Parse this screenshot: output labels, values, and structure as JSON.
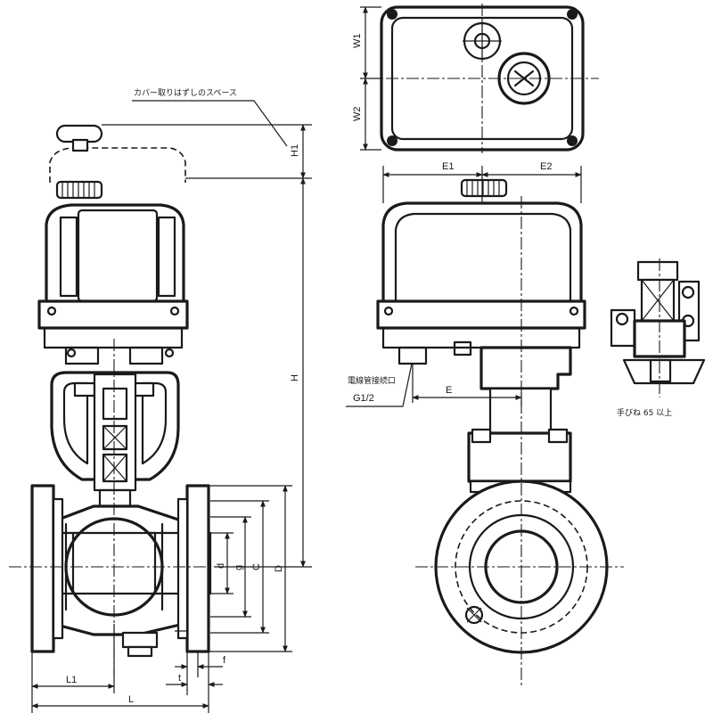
{
  "annotations": {
    "cover_space": "カバー取りはずしのスペース",
    "conduit_port": "電線管接続口",
    "conduit_size": "G1/2",
    "grip_note": "手びね 65 以上"
  },
  "dimensions": {
    "W1": "W1",
    "W2": "W2",
    "H1": "H1",
    "H": "H",
    "E1": "E1",
    "E2": "E2",
    "E": "E",
    "d": "d",
    "g": "g",
    "C": "C",
    "D": "D",
    "f": "f",
    "t": "t",
    "L1": "L1",
    "L": "L"
  }
}
